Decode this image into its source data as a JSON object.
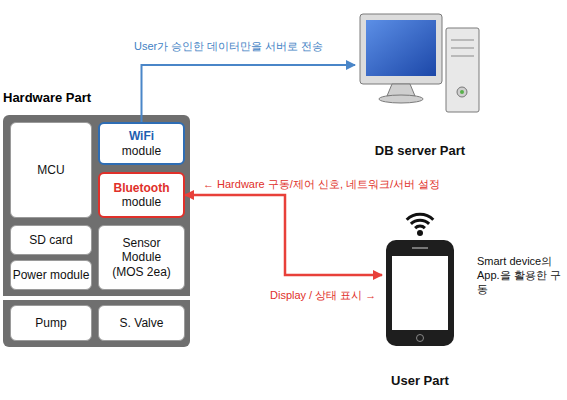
{
  "diagram": {
    "nodes": [
      {
        "text": [
          "Hardware Part"
        ]
      },
      {
        "text": [
          "MCU"
        ],
        "in": 0
      },
      {
        "text": [
          "WiFi",
          "module"
        ],
        "in": 0
      },
      {
        "text": [
          "Bluetooth",
          "module"
        ],
        "in": 0
      },
      {
        "text": [
          "SD card"
        ],
        "in": 0
      },
      {
        "text": [
          "Sensor Module (MOS 2ea)"
        ],
        "in": 0
      },
      {
        "text": [
          "Power module"
        ],
        "in": 0
      },
      {
        "text": [
          "Pump"
        ],
        "in": 0
      },
      {
        "text": [
          "S. Valve"
        ],
        "in": 0
      },
      {
        "text": [
          "DB server Part"
        ]
      },
      {
        "text": [
          "User Part"
        ]
      }
    ],
    "edges": [
      {
        "from": 2,
        "to": 9,
        "arrow": "to",
        "label": "User가 승인한 데이터만을 서버로 전송"
      },
      {
        "from": 3,
        "to": 10,
        "arrow": "both",
        "label": "← Hardware 구동/제어 신호, 네트워크/서버 설정"
      }
    ],
    "labels": [
      "Display / 상태 표시 →",
      "Smart device의 App.을 활용한 구동"
    ]
  }
}
